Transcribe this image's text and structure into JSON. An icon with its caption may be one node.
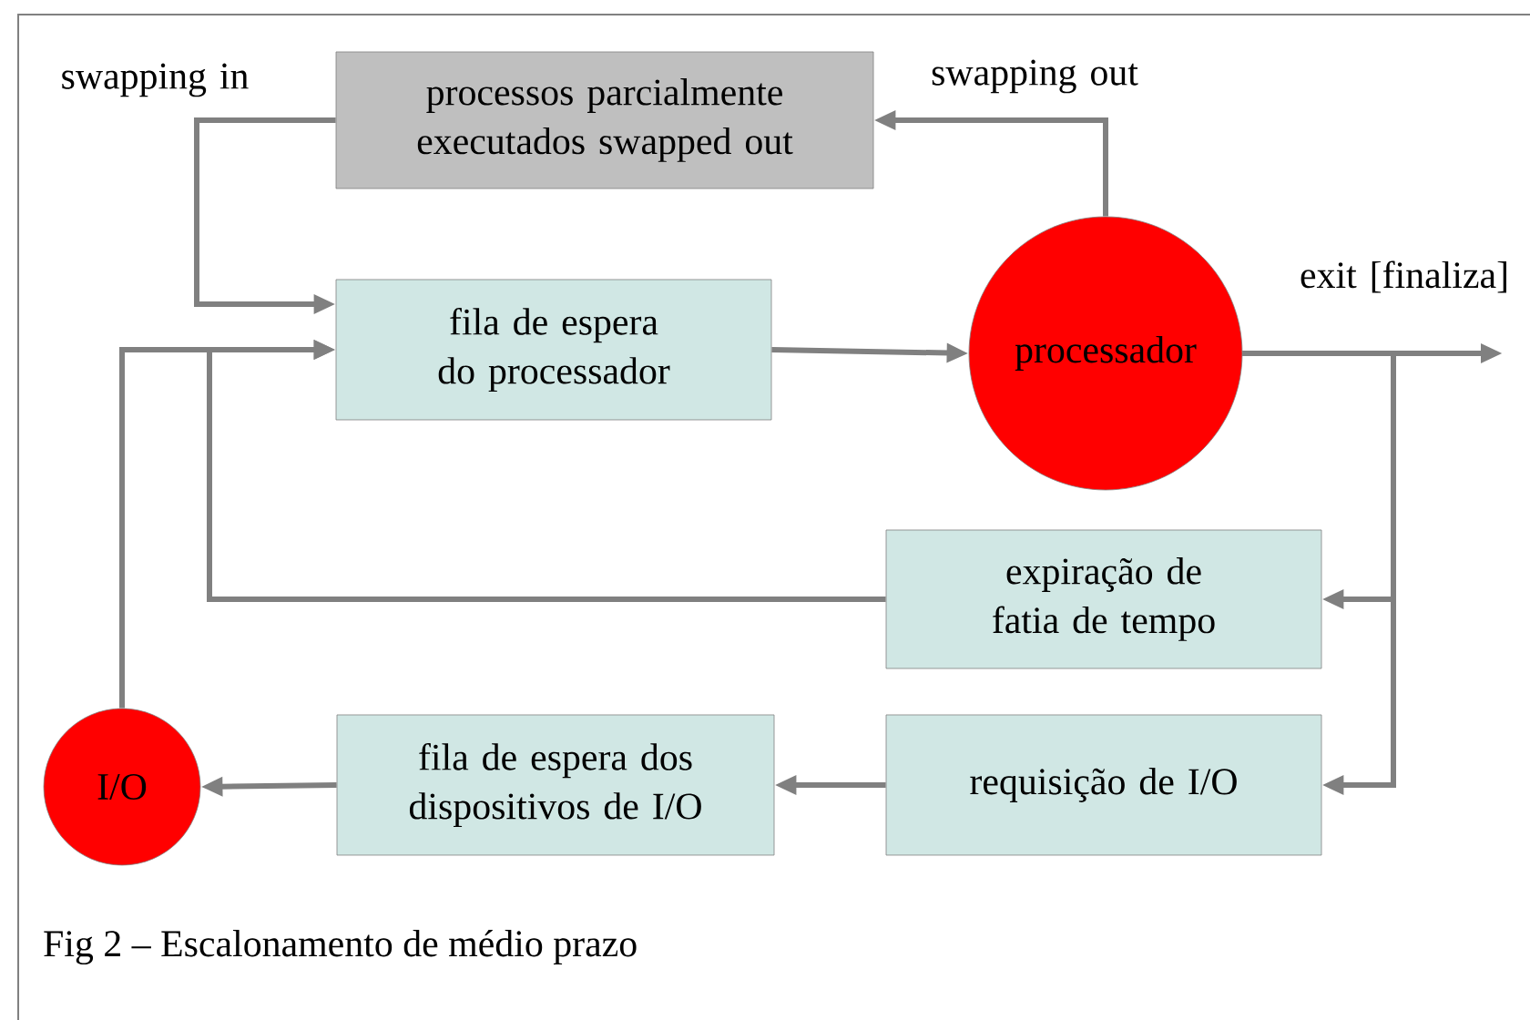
{
  "diagram": {
    "caption": "Fig 2 – Escalonamento de médio prazo",
    "nodes": [
      {
        "text": [
          "processos parcialmente executados swapped out"
        ]
      },
      {
        "text": [
          "fila de espera do processador"
        ]
      },
      {
        "text": [
          "processador"
        ]
      },
      {
        "text": [
          "expiração de fatia de tempo"
        ]
      },
      {
        "text": [
          "requisição de I/O"
        ]
      },
      {
        "text": [
          "fila de espera dos dispositivos de I/O"
        ]
      },
      {
        "text": [
          "I/O"
        ]
      }
    ],
    "edges": [
      {
        "from": 2,
        "to": 0,
        "arrow": "to",
        "label": "swapping out"
      },
      {
        "from": 0,
        "to": 1,
        "arrow": "to",
        "label": "swapping in"
      },
      {
        "from": 1,
        "to": 2,
        "arrow": "to"
      },
      {
        "from": 2,
        "to": null,
        "arrow": "to",
        "label": "exit [finaliza]"
      },
      {
        "from": 2,
        "to": 3,
        "arrow": "to"
      },
      {
        "from": 2,
        "to": 4,
        "arrow": "to"
      },
      {
        "from": 3,
        "to": 1,
        "arrow": "to"
      },
      {
        "from": 4,
        "to": 5,
        "arrow": "to"
      },
      {
        "from": 5,
        "to": 6,
        "arrow": "to"
      },
      {
        "from": 6,
        "to": 1,
        "arrow": "to"
      }
    ]
  }
}
